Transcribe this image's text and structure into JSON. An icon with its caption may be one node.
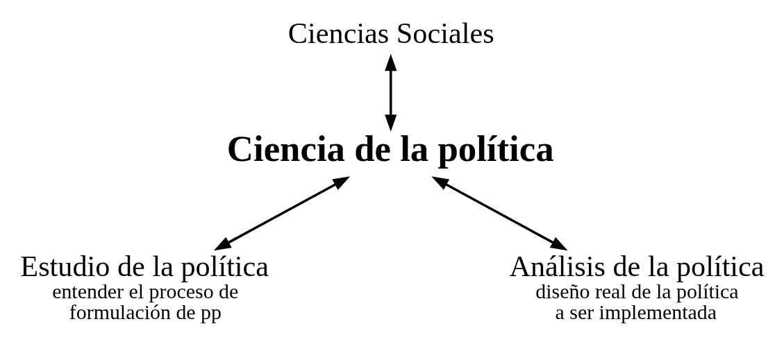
{
  "diagram": {
    "nodes": [
      {
        "text": [
          "Ciencias Sociales"
        ]
      },
      {
        "text": [
          "Ciencia de la política"
        ]
      },
      {
        "text": [
          "Estudio de la política",
          "entender el proceso de formulación de pp"
        ]
      },
      {
        "text": [
          "Análisis de la política",
          "diseño real de la política a ser implementada"
        ]
      }
    ],
    "edges": [
      {
        "from": 0,
        "to": 1,
        "arrow": "both"
      },
      {
        "from": 1,
        "to": 2,
        "arrow": "both"
      },
      {
        "from": 1,
        "to": 3,
        "arrow": "both"
      }
    ]
  }
}
